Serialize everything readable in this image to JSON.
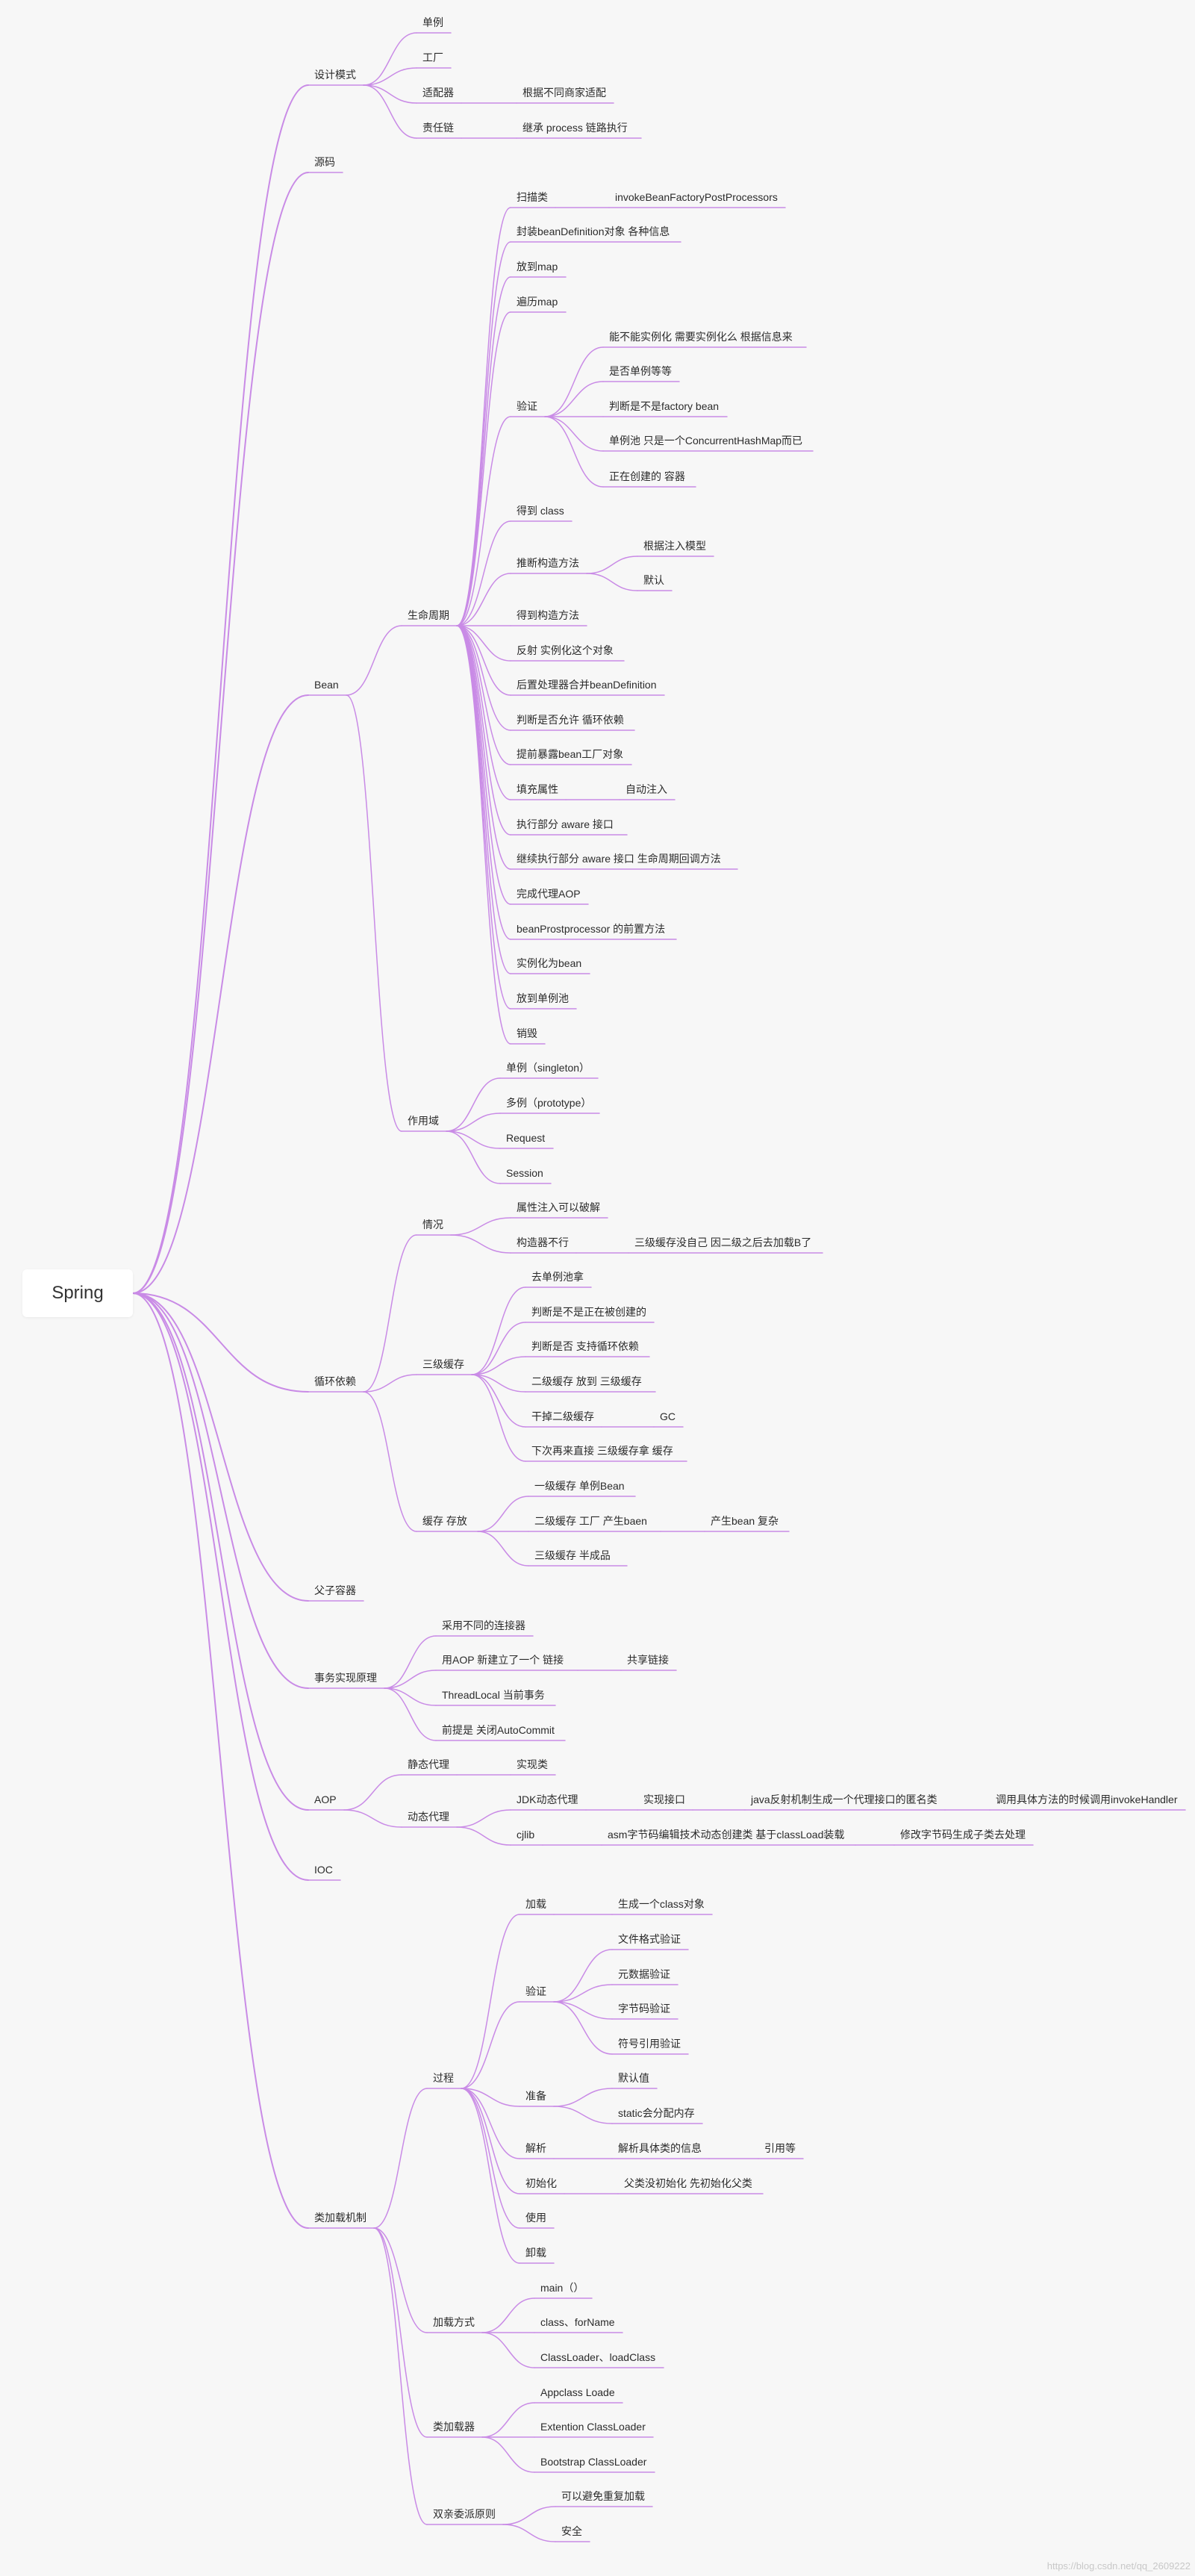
{
  "root": {
    "label": "Spring"
  },
  "edge_color": "#c98be6",
  "watermark": "https://blog.csdn.net/qq_2609222",
  "nodes": [
    {
      "id": "dp",
      "parent": "root",
      "label": "设计模式"
    },
    {
      "id": "dp1",
      "parent": "dp",
      "label": "单例"
    },
    {
      "id": "dp2",
      "parent": "dp",
      "label": "工厂"
    },
    {
      "id": "dp3",
      "parent": "dp",
      "label": "适配器"
    },
    {
      "id": "dp3a",
      "parent": "dp3",
      "label": "根据不同商家适配"
    },
    {
      "id": "dp4",
      "parent": "dp",
      "label": "责任链"
    },
    {
      "id": "dp4a",
      "parent": "dp4",
      "label": "继承  process  链路执行"
    },
    {
      "id": "src",
      "parent": "root",
      "label": "源码"
    },
    {
      "id": "bean",
      "parent": "root",
      "label": "Bean"
    },
    {
      "id": "life",
      "parent": "bean",
      "label": "生命周期"
    },
    {
      "id": "l1",
      "parent": "life",
      "label": "扫描类"
    },
    {
      "id": "l1a",
      "parent": "l1",
      "label": "invokeBeanFactoryPostProcessors"
    },
    {
      "id": "l2",
      "parent": "life",
      "label": "封装beanDefinition对象  各种信息"
    },
    {
      "id": "l3",
      "parent": "life",
      "label": "放到map"
    },
    {
      "id": "l4",
      "parent": "life",
      "label": "遍历map"
    },
    {
      "id": "l5",
      "parent": "life",
      "label": "验证"
    },
    {
      "id": "l5a",
      "parent": "l5",
      "label": "能不能实例化  需要实例化么  根据信息来"
    },
    {
      "id": "l5b",
      "parent": "l5",
      "label": "是否单例等等"
    },
    {
      "id": "l5c",
      "parent": "l5",
      "label": "判断是不是factory bean"
    },
    {
      "id": "l5d",
      "parent": "l5",
      "label": "单例池  只是一个ConcurrentHashMap而已"
    },
    {
      "id": "l5e",
      "parent": "l5",
      "label": "正在创建的  容器"
    },
    {
      "id": "l6",
      "parent": "life",
      "label": "得到 class"
    },
    {
      "id": "l7",
      "parent": "life",
      "label": "推断构造方法"
    },
    {
      "id": "l7a",
      "parent": "l7",
      "label": "根据注入模型"
    },
    {
      "id": "l7b",
      "parent": "l7",
      "label": "默认"
    },
    {
      "id": "l8",
      "parent": "life",
      "label": "得到构造方法"
    },
    {
      "id": "l9",
      "parent": "life",
      "label": "反射  实例化这个对象"
    },
    {
      "id": "l10",
      "parent": "life",
      "label": "后置处理器合并beanDefinition"
    },
    {
      "id": "l11",
      "parent": "life",
      "label": "判断是否允许  循环依赖"
    },
    {
      "id": "l12",
      "parent": "life",
      "label": "提前暴露bean工厂对象"
    },
    {
      "id": "l13",
      "parent": "life",
      "label": "填充属性"
    },
    {
      "id": "l13a",
      "parent": "l13",
      "label": "自动注入"
    },
    {
      "id": "l14",
      "parent": "life",
      "label": "执行部分  aware  接口"
    },
    {
      "id": "l15",
      "parent": "life",
      "label": "继续执行部分  aware  接口  生命周期回调方法"
    },
    {
      "id": "l16",
      "parent": "life",
      "label": "完成代理AOP"
    },
    {
      "id": "l17",
      "parent": "life",
      "label": "beanProstprocessor  的前置方法"
    },
    {
      "id": "l18",
      "parent": "life",
      "label": "实例化为bean"
    },
    {
      "id": "l19",
      "parent": "life",
      "label": "放到单例池"
    },
    {
      "id": "l20",
      "parent": "life",
      "label": "销毁"
    },
    {
      "id": "scope",
      "parent": "bean",
      "label": "作用域"
    },
    {
      "id": "s1",
      "parent": "scope",
      "label": "单例（singleton）"
    },
    {
      "id": "s2",
      "parent": "scope",
      "label": "多例（prototype）"
    },
    {
      "id": "s3",
      "parent": "scope",
      "label": "Request"
    },
    {
      "id": "s4",
      "parent": "scope",
      "label": "Session"
    },
    {
      "id": "cd",
      "parent": "root",
      "label": "循环依赖"
    },
    {
      "id": "cd1",
      "parent": "cd",
      "label": "情况"
    },
    {
      "id": "cd1a",
      "parent": "cd1",
      "label": "属性注入可以破解"
    },
    {
      "id": "cd1b",
      "parent": "cd1",
      "label": "构造器不行"
    },
    {
      "id": "cd1b1",
      "parent": "cd1b",
      "label": "三级缓存没自己  因二级之后去加载B了"
    },
    {
      "id": "cd2",
      "parent": "cd",
      "label": "三级缓存"
    },
    {
      "id": "cd2a",
      "parent": "cd2",
      "label": "去单例池拿"
    },
    {
      "id": "cd2b",
      "parent": "cd2",
      "label": "判断是不是正在被创建的"
    },
    {
      "id": "cd2c",
      "parent": "cd2",
      "label": "判断是否  支持循环依赖"
    },
    {
      "id": "cd2d",
      "parent": "cd2",
      "label": "二级缓存  放到  三级缓存"
    },
    {
      "id": "cd2e",
      "parent": "cd2",
      "label": "干掉二级缓存"
    },
    {
      "id": "cd2e1",
      "parent": "cd2e",
      "label": "GC"
    },
    {
      "id": "cd2f",
      "parent": "cd2",
      "label": "下次再来直接  三级缓存拿  缓存"
    },
    {
      "id": "cd3",
      "parent": "cd",
      "label": "缓存  存放"
    },
    {
      "id": "cd3a",
      "parent": "cd3",
      "label": "一级缓存  单例Bean"
    },
    {
      "id": "cd3b",
      "parent": "cd3",
      "label": "二级缓存  工厂  产生baen"
    },
    {
      "id": "cd3b1",
      "parent": "cd3b",
      "label": "产生bean  复杂"
    },
    {
      "id": "cd3c",
      "parent": "cd3",
      "label": "三级缓存    半成品"
    },
    {
      "id": "pc",
      "parent": "root",
      "label": "父子容器"
    },
    {
      "id": "tx",
      "parent": "root",
      "label": "事务实现原理"
    },
    {
      "id": "tx1",
      "parent": "tx",
      "label": "采用不同的连接器"
    },
    {
      "id": "tx2",
      "parent": "tx",
      "label": "用AOP  新建立了一个  链接"
    },
    {
      "id": "tx2a",
      "parent": "tx2",
      "label": "共享链接"
    },
    {
      "id": "tx3",
      "parent": "tx",
      "label": "ThreadLocal  当前事务"
    },
    {
      "id": "tx4",
      "parent": "tx",
      "label": "前提是  关闭AutoCommit"
    },
    {
      "id": "aop",
      "parent": "root",
      "label": "AOP"
    },
    {
      "id": "ap1",
      "parent": "aop",
      "label": "静态代理"
    },
    {
      "id": "ap1a",
      "parent": "ap1",
      "label": "实现类"
    },
    {
      "id": "ap2",
      "parent": "aop",
      "label": "动态代理"
    },
    {
      "id": "ap2a",
      "parent": "ap2",
      "label": "JDK动态代理"
    },
    {
      "id": "ap2a1",
      "parent": "ap2a",
      "label": "实现接口"
    },
    {
      "id": "ap2a2",
      "parent": "ap2a1",
      "label": "java反射机制生成一个代理接口的匿名类"
    },
    {
      "id": "ap2a3",
      "parent": "ap2a2",
      "label": "调用具体方法的时候调用invokeHandler"
    },
    {
      "id": "ap2b",
      "parent": "ap2",
      "label": "cjlib"
    },
    {
      "id": "ap2b1",
      "parent": "ap2b",
      "label": "asm字节码编辑技术动态创建类  基于classLoad装载"
    },
    {
      "id": "ap2b2",
      "parent": "ap2b1",
      "label": "修改字节码生成子类去处理"
    },
    {
      "id": "ioc",
      "parent": "root",
      "label": "IOC"
    },
    {
      "id": "cl",
      "parent": "root",
      "label": "类加载机制"
    },
    {
      "id": "p",
      "parent": "cl",
      "label": "过程"
    },
    {
      "id": "p1",
      "parent": "p",
      "label": "加载"
    },
    {
      "id": "p1a",
      "parent": "p1",
      "label": "生成一个class对象"
    },
    {
      "id": "p2",
      "parent": "p",
      "label": "验证"
    },
    {
      "id": "p2a",
      "parent": "p2",
      "label": "文件格式验证"
    },
    {
      "id": "p2b",
      "parent": "p2",
      "label": "元数据验证"
    },
    {
      "id": "p2c",
      "parent": "p2",
      "label": "字节码验证"
    },
    {
      "id": "p2d",
      "parent": "p2",
      "label": "符号引用验证"
    },
    {
      "id": "p3",
      "parent": "p",
      "label": "准备"
    },
    {
      "id": "p3a",
      "parent": "p3",
      "label": "默认值"
    },
    {
      "id": "p3b",
      "parent": "p3",
      "label": "static会分配内存"
    },
    {
      "id": "p4",
      "parent": "p",
      "label": "解析"
    },
    {
      "id": "p4a",
      "parent": "p4",
      "label": "解析具体类的信息"
    },
    {
      "id": "p4b",
      "parent": "p4a",
      "label": "引用等"
    },
    {
      "id": "p5",
      "parent": "p",
      "label": "初始化"
    },
    {
      "id": "p5a",
      "parent": "p5",
      "label": "父类没初始化  先初始化父类"
    },
    {
      "id": "p6",
      "parent": "p",
      "label": "使用"
    },
    {
      "id": "p7",
      "parent": "p",
      "label": "卸载"
    },
    {
      "id": "lm",
      "parent": "cl",
      "label": "加载方式"
    },
    {
      "id": "lm1",
      "parent": "lm",
      "label": "main（）"
    },
    {
      "id": "lm2",
      "parent": "lm",
      "label": "class、forName"
    },
    {
      "id": "lm3",
      "parent": "lm",
      "label": "ClassLoader、loadClass"
    },
    {
      "id": "ld",
      "parent": "cl",
      "label": "类加载器"
    },
    {
      "id": "ld1",
      "parent": "ld",
      "label": "Appclass Loade"
    },
    {
      "id": "ld2",
      "parent": "ld",
      "label": "Extention ClassLoader"
    },
    {
      "id": "ld3",
      "parent": "ld",
      "label": "Bootstrap ClassLoader"
    },
    {
      "id": "pd",
      "parent": "cl",
      "label": "双亲委派原则"
    },
    {
      "id": "pd1",
      "parent": "pd",
      "label": "可以避免重复加载"
    },
    {
      "id": "pd2",
      "parent": "pd",
      "label": "安全"
    }
  ]
}
